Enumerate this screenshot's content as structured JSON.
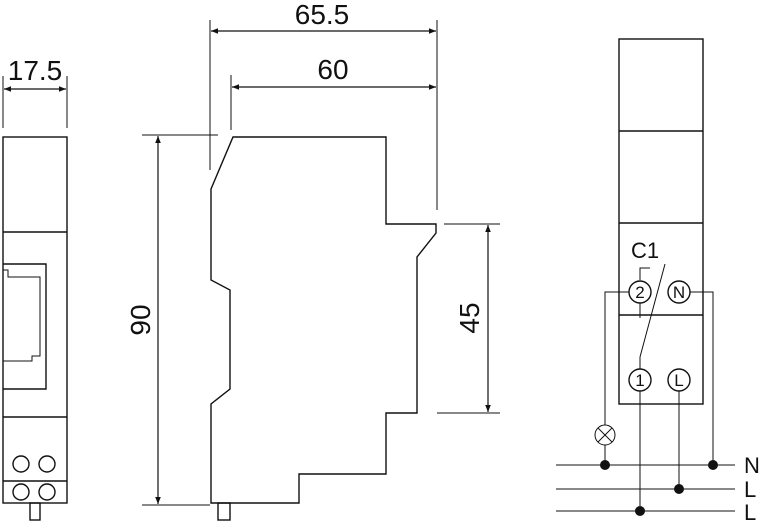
{
  "dimensions": {
    "width": "17.5",
    "depth_total": "65.5",
    "depth": "60",
    "height": "90",
    "front_height": "45"
  },
  "wiring": {
    "contact_label": "C1",
    "terminals": [
      "2",
      "N",
      "1",
      "L"
    ],
    "lines": [
      "N",
      "L",
      "L"
    ]
  }
}
